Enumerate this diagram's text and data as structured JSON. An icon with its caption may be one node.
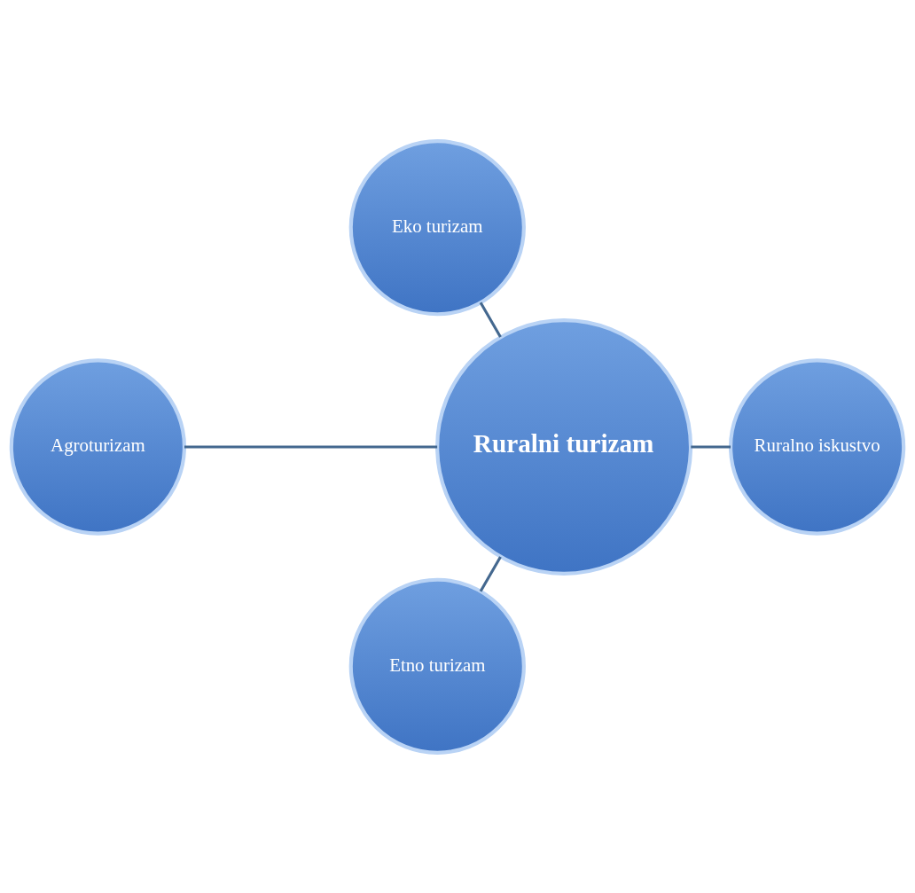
{
  "diagram": {
    "nodes": [
      {
        "text": [
          "Agroturizam"
        ]
      },
      {
        "text": [
          "Etno turizam"
        ]
      },
      {
        "text": [
          "Ruralni turizam"
        ]
      },
      {
        "text": [
          "Ruralno iskustvo"
        ]
      },
      {
        "text": [
          "Eko turizam"
        ]
      }
    ],
    "edges": [
      {
        "from": 2,
        "to": 0,
        "arrow": "none"
      },
      {
        "from": 2,
        "to": 1,
        "arrow": "none"
      },
      {
        "from": 2,
        "to": 3,
        "arrow": "none"
      },
      {
        "from": 2,
        "to": 4,
        "arrow": "none"
      }
    ]
  }
}
